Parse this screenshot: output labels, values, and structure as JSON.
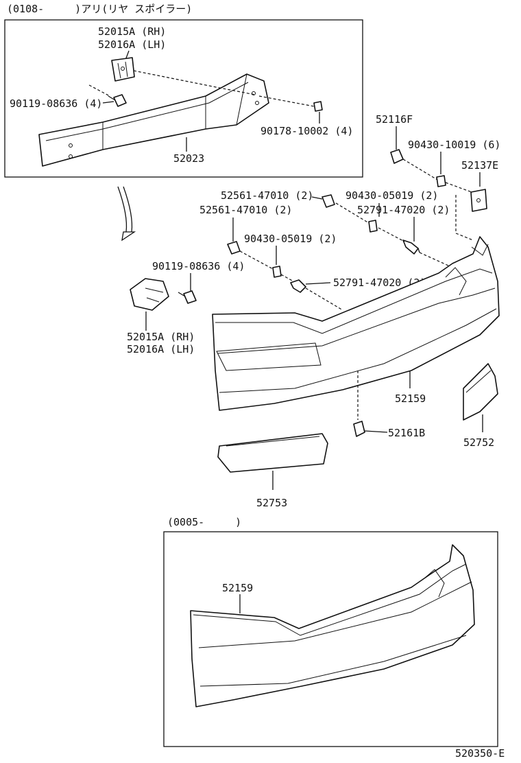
{
  "header": {
    "top_note": "(0108-　　　)アリ(リヤ スポイラー)",
    "bottom_note": "(0005-　　　)",
    "drawing_id": "520350-E"
  },
  "labels": {
    "p52015A_rh_top": "52015A (RH)",
    "p52016A_lh_top": "52016A (LH)",
    "p90119_top": "90119-08636 (4)",
    "p90178": "90178-10002 (4)",
    "p52023": "52023",
    "p52116F": "52116F",
    "p90430_10019": "90430-10019 (6)",
    "p52137E": "52137E",
    "p52561_a": "52561-47010 (2)",
    "p90430_05019_a": "90430-05019 (2)",
    "p52561_b": "52561-47010 (2)",
    "p52791_a": "52791-47020 (2)",
    "p90430_05019_b": "90430-05019 (2)",
    "p90119_mid": "90119-08636 (4)",
    "p52791_b": "52791-47020 (2)",
    "p52015A_rh_mid": "52015A (RH)",
    "p52016A_lh_mid": "52016A (LH)",
    "p52159_a": "52159",
    "p52161B": "52161B",
    "p52752": "52752",
    "p52753": "52753",
    "p52159_b": "52159"
  }
}
